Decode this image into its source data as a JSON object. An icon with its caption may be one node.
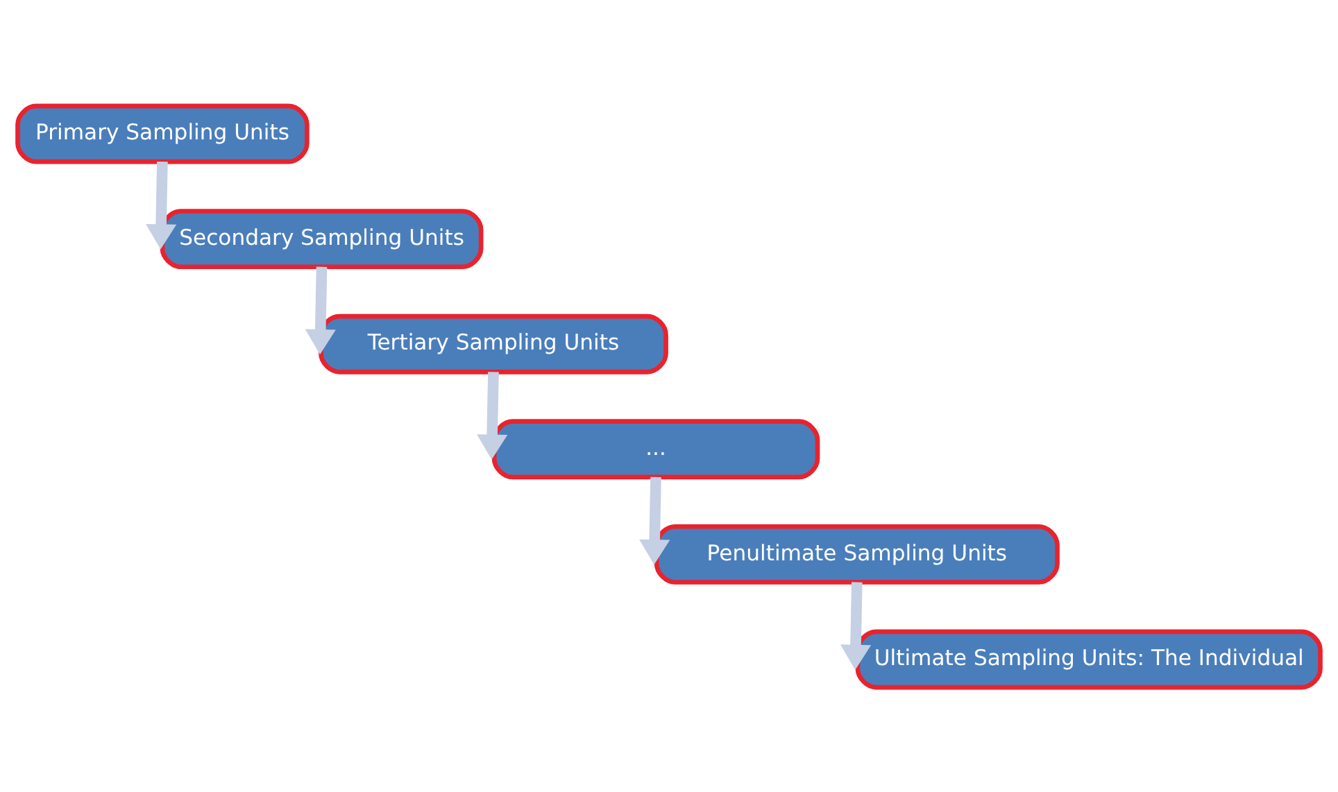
{
  "diagram": {
    "nodes": [
      {
        "text": [
          "Primary Sampling Units"
        ]
      },
      {
        "text": [
          "Secondary Sampling Units"
        ]
      },
      {
        "text": [
          "Tertiary Sampling Units"
        ]
      },
      {
        "text": [
          "..."
        ]
      },
      {
        "text": [
          "Penultimate Sampling Units"
        ]
      },
      {
        "text": [
          "Ultimate Sampling Units: The Individual"
        ]
      }
    ],
    "edges": [
      {
        "from": 0,
        "to": 1,
        "arrow": "to"
      },
      {
        "from": 1,
        "to": 2,
        "arrow": "to"
      },
      {
        "from": 2,
        "to": 3,
        "arrow": "to"
      },
      {
        "from": 3,
        "to": 4,
        "arrow": "to"
      },
      {
        "from": 4,
        "to": 5,
        "arrow": "to"
      }
    ]
  }
}
